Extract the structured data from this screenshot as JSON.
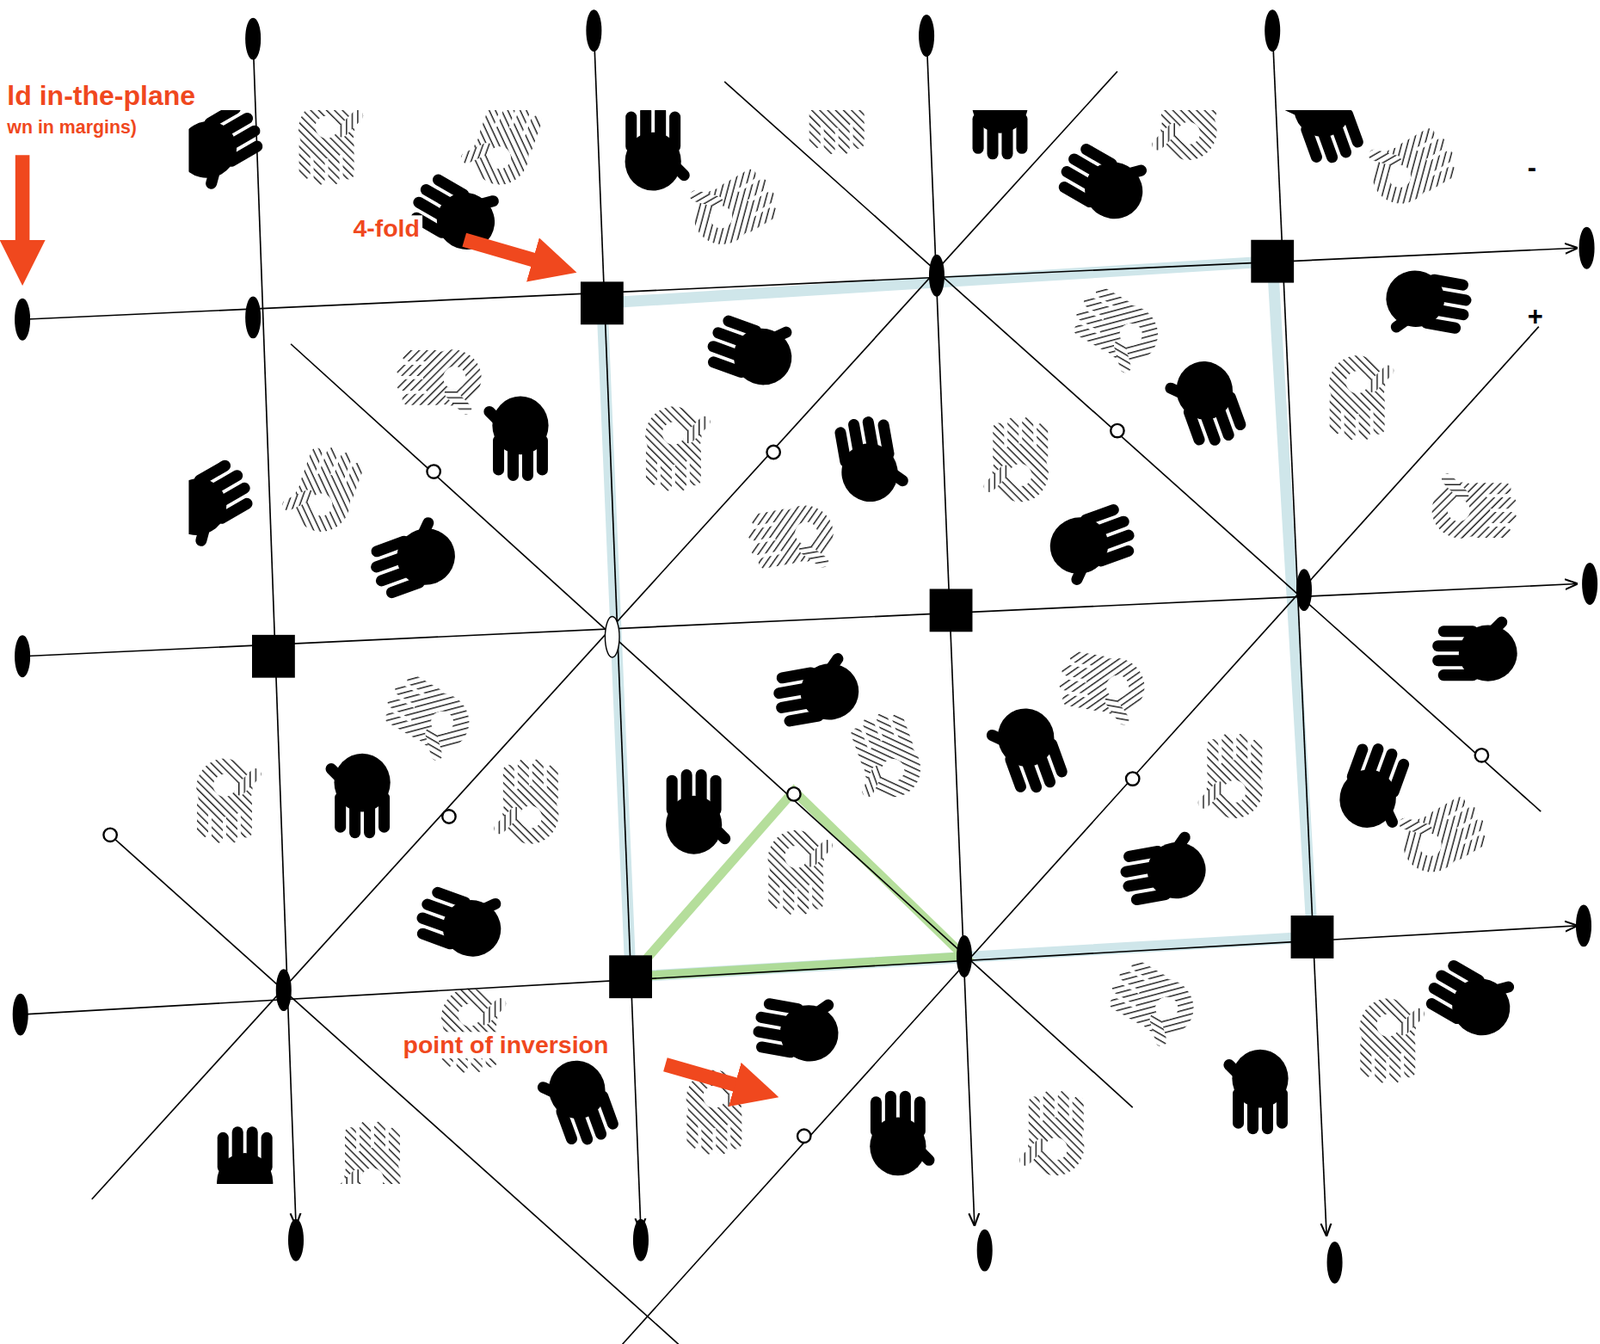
{
  "diagram": {
    "labels": [
      "ld in-the-plane",
      "wn in margins)",
      "4-fold",
      "point of inversion",
      "+",
      "-"
    ]
  }
}
